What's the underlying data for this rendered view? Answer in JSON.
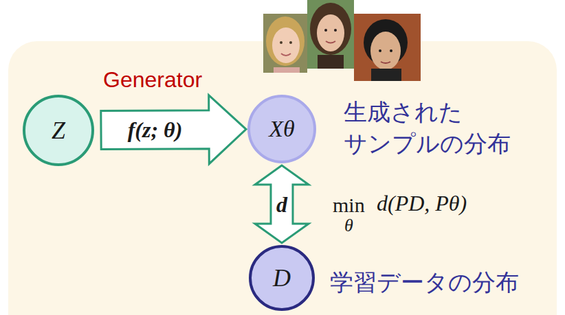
{
  "diagram": {
    "nodes": [
      {
        "text": [
          "Z"
        ]
      },
      {
        "text": [
          "Xθ",
          "生成された サンプルの分布"
        ]
      },
      {
        "text": [
          "D",
          "学習データの分布"
        ]
      }
    ],
    "edges": [
      {
        "from": 0,
        "to": 1,
        "arrow": "to",
        "label": "f(z; θ)"
      },
      {
        "from": 1,
        "to": 2,
        "arrow": "both",
        "label": "d"
      }
    ],
    "labels": [
      "Generator",
      "min",
      "θ",
      "d(PD, Pθ)"
    ]
  }
}
